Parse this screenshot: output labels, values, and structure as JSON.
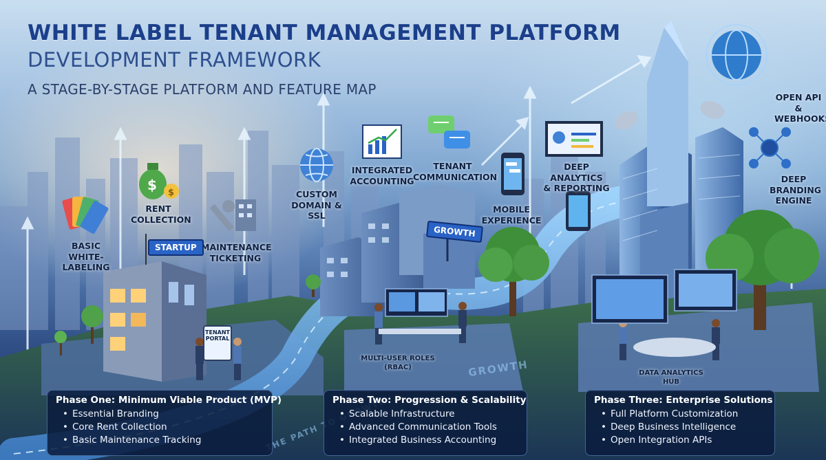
{
  "title": {
    "line1": "WHITE LABEL TENANT MANAGEMENT PLATFORM",
    "line2": "DEVELOPMENT FRAMEWORK",
    "line3": "A STAGE-BY-STAGE PLATFORM AND FEATURE MAP"
  },
  "features": {
    "basic_white_labeling": "BASIC\nWHITE-LABELING",
    "rent_collection": "RENT\nCOLLECTION",
    "maintenance_ticketing": "MAINTENANCE\nTICKETING",
    "custom_domain": "CUSTOM\nDOMAIN &\nSSL",
    "integrated_accounting": "INTEGRATED\nACCOUNTING",
    "tenant_communication": "TENANT\nCOMMUNICATION",
    "mobile_experience": "MOBILE\nEXPERIENCE",
    "deep_analytics": "DEEP ANALYTICS\n& REPORTING",
    "open_api": "OPEN API\n& WEBHOOKS",
    "deep_branding": "DEEP\nBRANDING\nENGINE"
  },
  "scene": {
    "startup_sign": "STARTUP",
    "growth_sign": "GROWTH",
    "tenant_portal": "TENANT\nPORTAL",
    "multi_user_roles": "MULTI-USER ROLES\n(RBAC)",
    "data_analytics_hub": "DATA ANALYTICS\nHUB",
    "road_text_1": "THE PATH TO GROWTH",
    "road_text_2": "GROWTH"
  },
  "phases": [
    {
      "title": "Phase One: Minimum Viable Product (MVP)",
      "items": [
        "Essential Branding",
        "Core Rent Collection",
        "Basic Maintenance Tracking"
      ]
    },
    {
      "title": "Phase Two: Progression & Scalability",
      "items": [
        "Scalable Infrastructure",
        "Advanced Communication Tools",
        "Integrated Business Accounting"
      ]
    },
    {
      "title": "Phase Three: Enterprise Solutions",
      "items": [
        "Full Platform Customization",
        "Deep Business Intelligence",
        "Open Integration APIs"
      ]
    }
  ],
  "colors": {
    "accent": "#2a63c6",
    "title": "#1b3f8a",
    "panel_bg": "#0a1c3e",
    "road": "#6fb8f0"
  }
}
